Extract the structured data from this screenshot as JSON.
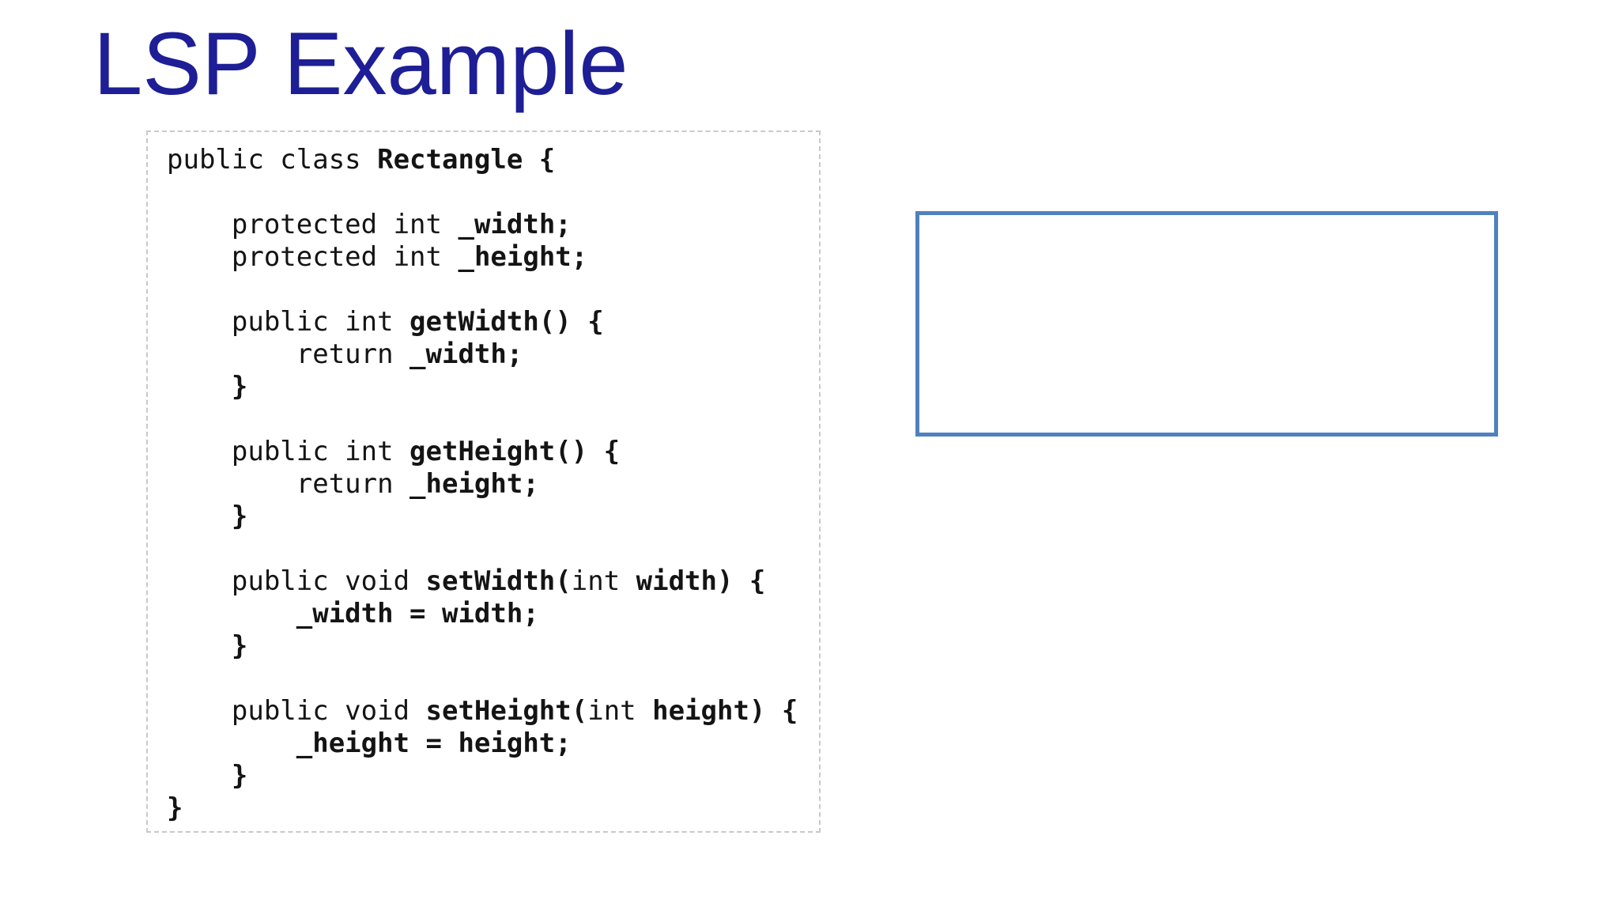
{
  "slide": {
    "title": "LSP Example"
  },
  "colors": {
    "title_text": "#1e1e96",
    "code_text": "#141414",
    "code_box_border": "#c9c9c9",
    "shape_border": "#4f81bd",
    "background": "#ffffff"
  },
  "code_block": {
    "language": "java",
    "lines": [
      {
        "segments": [
          {
            "text": "public class ",
            "bold": false
          },
          {
            "text": "Rectangle {",
            "bold": true
          }
        ]
      },
      {
        "segments": []
      },
      {
        "segments": [
          {
            "text": "    protected int ",
            "bold": false
          },
          {
            "text": "_width;",
            "bold": true
          }
        ]
      },
      {
        "segments": [
          {
            "text": "    protected int ",
            "bold": false
          },
          {
            "text": "_height;",
            "bold": true
          }
        ]
      },
      {
        "segments": []
      },
      {
        "segments": [
          {
            "text": "    public int ",
            "bold": false
          },
          {
            "text": "getWidth() {",
            "bold": true
          }
        ]
      },
      {
        "segments": [
          {
            "text": "        return ",
            "bold": false
          },
          {
            "text": "_width;",
            "bold": true
          }
        ]
      },
      {
        "segments": [
          {
            "text": "    ",
            "bold": false
          },
          {
            "text": "}",
            "bold": true
          }
        ]
      },
      {
        "segments": []
      },
      {
        "segments": [
          {
            "text": "    public int ",
            "bold": false
          },
          {
            "text": "getHeight() {",
            "bold": true
          }
        ]
      },
      {
        "segments": [
          {
            "text": "        return ",
            "bold": false
          },
          {
            "text": "_height;",
            "bold": true
          }
        ]
      },
      {
        "segments": [
          {
            "text": "    ",
            "bold": false
          },
          {
            "text": "}",
            "bold": true
          }
        ]
      },
      {
        "segments": []
      },
      {
        "segments": [
          {
            "text": "    public void ",
            "bold": false
          },
          {
            "text": "setWidth(",
            "bold": true
          },
          {
            "text": "int",
            "bold": false
          },
          {
            "text": " width) {",
            "bold": true
          }
        ]
      },
      {
        "segments": [
          {
            "text": "        ",
            "bold": false
          },
          {
            "text": "_width = width;",
            "bold": true
          }
        ]
      },
      {
        "segments": [
          {
            "text": "    ",
            "bold": false
          },
          {
            "text": "}",
            "bold": true
          }
        ]
      },
      {
        "segments": []
      },
      {
        "segments": [
          {
            "text": "    public void ",
            "bold": false
          },
          {
            "text": "setHeight(",
            "bold": true
          },
          {
            "text": "int",
            "bold": false
          },
          {
            "text": " height) {",
            "bold": true
          }
        ]
      },
      {
        "segments": [
          {
            "text": "        ",
            "bold": false
          },
          {
            "text": "_height = height;",
            "bold": true
          }
        ]
      },
      {
        "segments": [
          {
            "text": "    ",
            "bold": false
          },
          {
            "text": "}",
            "bold": true
          }
        ]
      },
      {
        "segments": [
          {
            "text": "}",
            "bold": true
          }
        ]
      }
    ]
  },
  "shape": {
    "type": "rectangle",
    "label": ""
  }
}
